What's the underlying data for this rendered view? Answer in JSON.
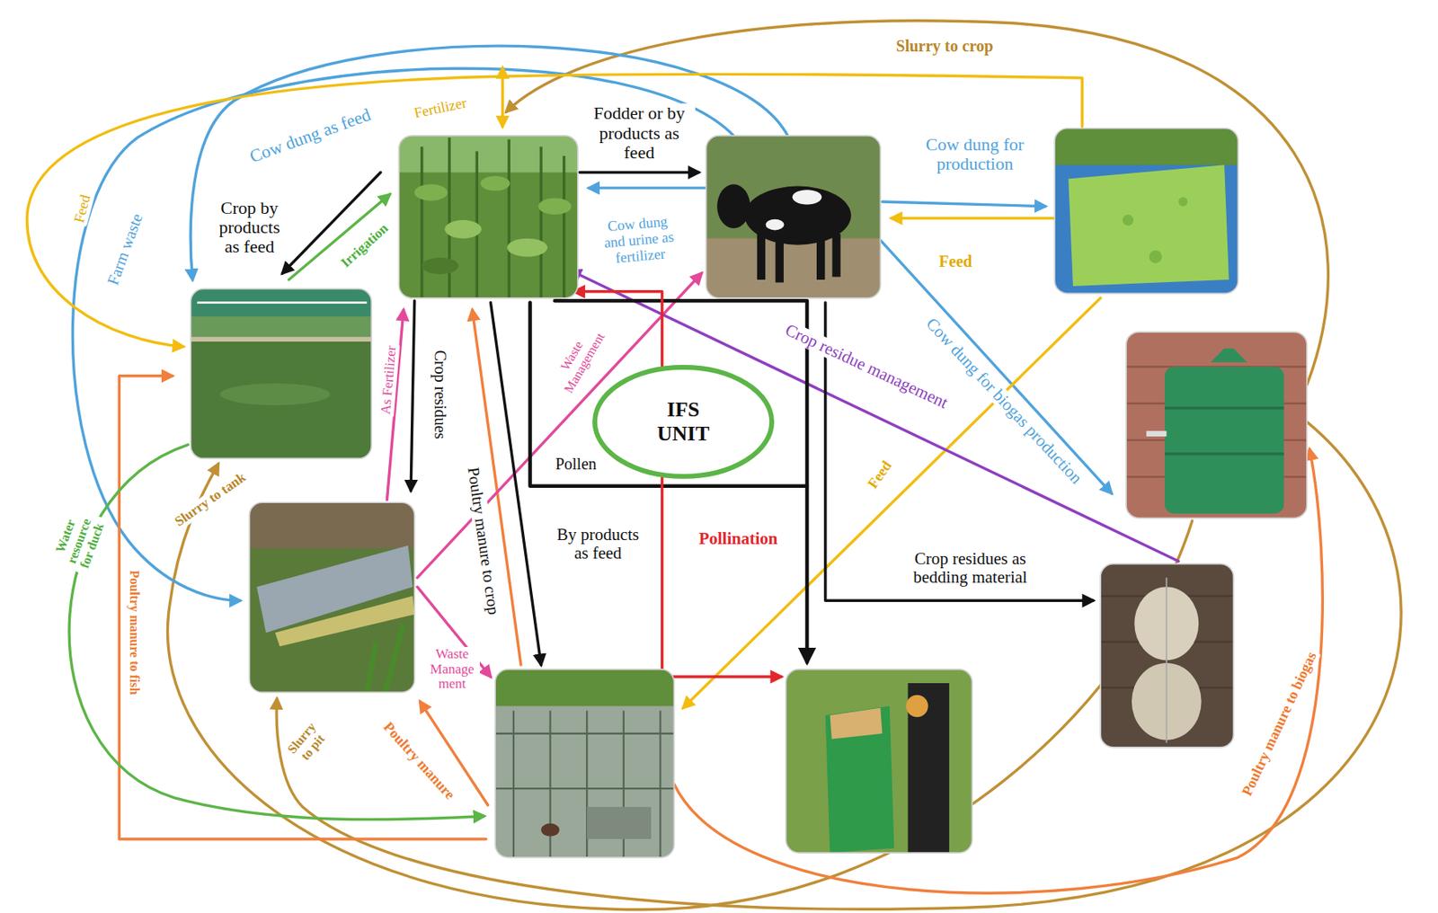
{
  "diagram": {
    "nodes": [
      {
        "text": [
          "IFS UNIT"
        ]
      }
    ],
    "labels": [
      "Slurry to crop",
      "Fertilizer",
      "Fodder or by products as feed",
      "Cow dung as feed",
      "Crop by products as feed",
      "Irrigation",
      "Feed",
      "Farm waste",
      "Cow dung for production",
      "Cow dung and urine as fertilizer",
      "Feed",
      "Cow dung for biogas production",
      "Crop residue management",
      "Waste Management",
      "As Fertilizer",
      "Crop residues",
      "Poultry manure to crop",
      "Pollen",
      "By products as feed",
      "Pollination",
      "Crop residues as bedding material",
      "Feed",
      "Slurry to tank",
      "Water resource for duck",
      "Poultry manure to fish",
      "Slurry to pit",
      "Poultry manure",
      "Waste Manage ment",
      "Poultry manure to biogas"
    ]
  }
}
